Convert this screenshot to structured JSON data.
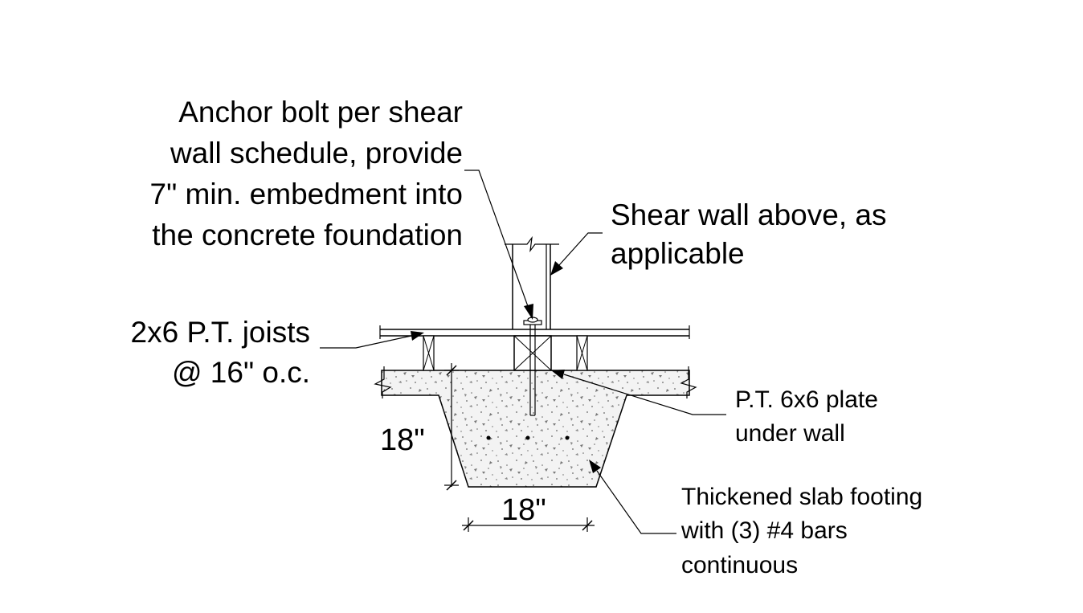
{
  "labels": {
    "anchor_bolt": [
      "Anchor bolt per shear",
      "wall schedule, provide",
      "7\" min. embedment into",
      "the concrete foundation"
    ],
    "shear_wall": [
      "Shear wall above, as",
      "applicable"
    ],
    "joists": [
      "2x6 P.T. joists",
      "@ 16\" o.c."
    ],
    "plate": [
      "P.T. 6x6 plate",
      "under wall"
    ],
    "footing": [
      "Thickened slab footing",
      "with (3) #4 bars",
      "continuous"
    ]
  },
  "dimensions": {
    "depth": "18\"",
    "width": "18\""
  }
}
